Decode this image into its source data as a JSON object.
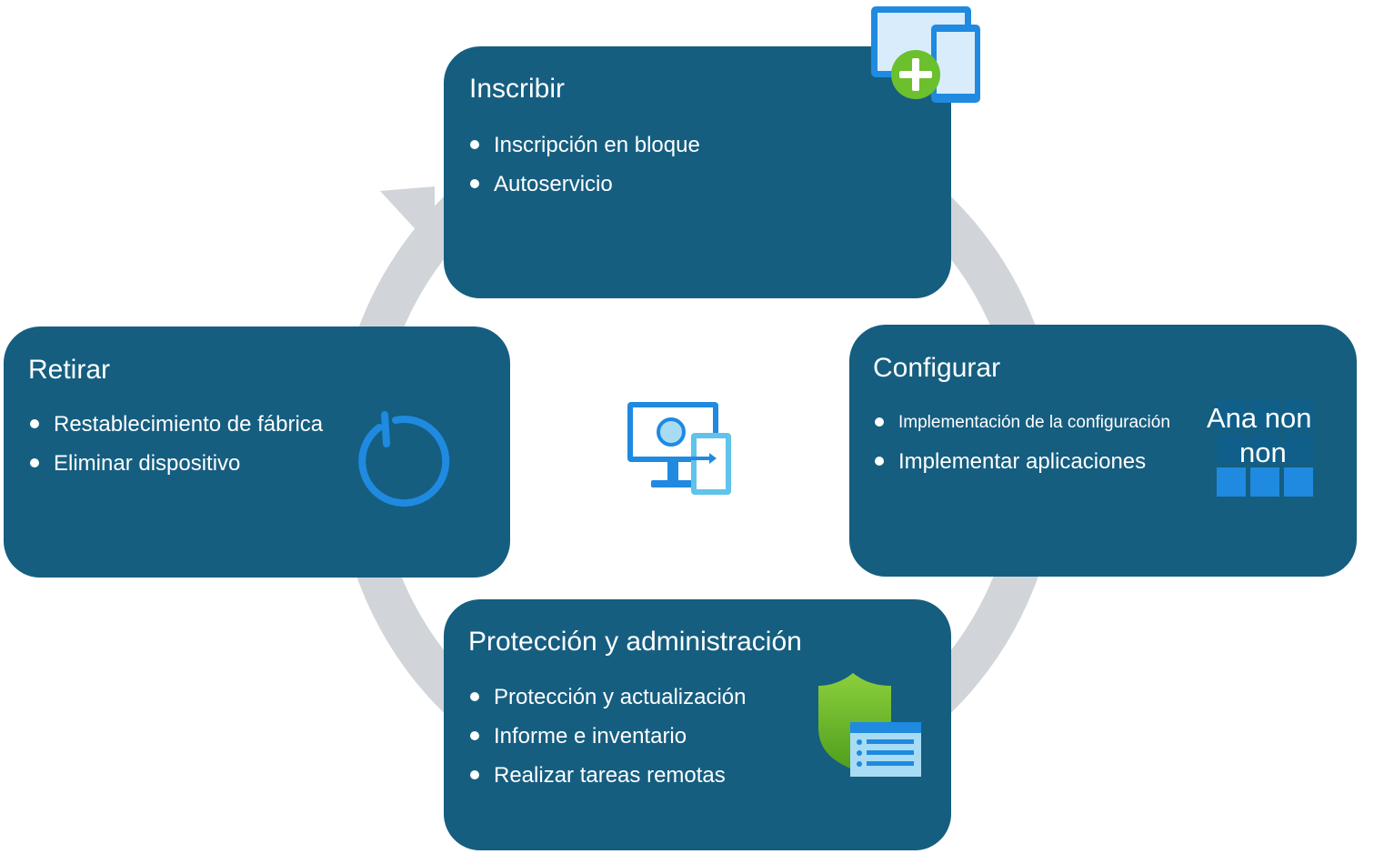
{
  "stages": {
    "enroll": {
      "title": "Inscribir",
      "items": [
        "Inscripción en bloque",
        "Autoservicio"
      ]
    },
    "configure": {
      "title": "Configurar",
      "items": [
        "Implementación de la configuración",
        "Implementar aplicaciones"
      ],
      "icon_overlay": [
        "Ana non",
        "non"
      ]
    },
    "protect": {
      "title": "Protección y administración",
      "items": [
        "Protección y actualización",
        "Informe e inventario",
        "Realizar tareas remotas"
      ]
    },
    "retire": {
      "title": "Retirar",
      "items": [
        "Restablecimiento de fábrica",
        "Eliminar dispositivo"
      ]
    }
  },
  "icons": {
    "enroll": "tablet-phone-add-icon",
    "configure": "app-tiles-icon",
    "protect": "shield-list-icon",
    "retire": "reset-power-icon",
    "center": "monitor-device-sync-icon"
  },
  "colors": {
    "card": "#155e80",
    "ring": "#d1d5d9",
    "icon_blue": "#1f8ae0",
    "icon_green": "#6cbf2d"
  }
}
